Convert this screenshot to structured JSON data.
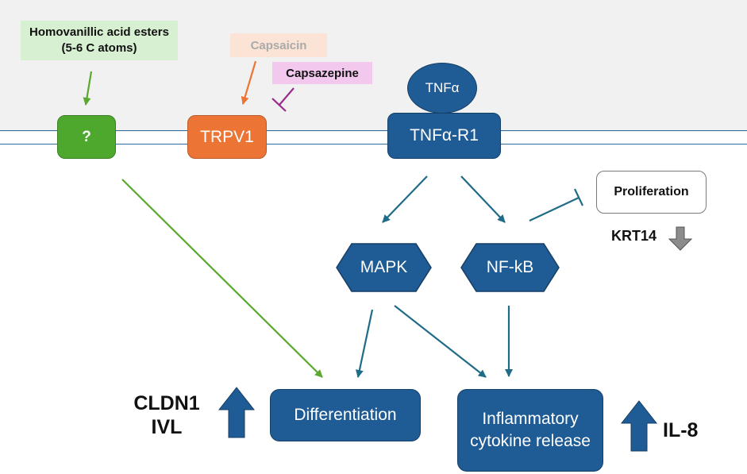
{
  "labels": {
    "homovanillic": "Homovanillic acid esters (5-6 C atoms)",
    "capsaicin": "Capsaicin",
    "capsazepine": "Capsazepine",
    "proliferation": "Proliferation",
    "krt14": "KRT14",
    "claudin": "CLDN1",
    "involucrin": "IVL",
    "il8": "IL-8"
  },
  "nodes": {
    "unknown_receptor": "?",
    "trpv1": "TRPV1",
    "tnfa": "TNFα",
    "tnfa_r1": "TNFα-R1",
    "mapk": "MAPK",
    "nfkb": "NF-kB",
    "differentiation": "Differentiation",
    "inflammatory": "Inflammatory cytokine release"
  },
  "colors": {
    "extracellular_bg": "#f1f1f1",
    "membrane": "#2e6a9e",
    "node_blue": "#1f5b94",
    "receptor_green": "#4ea82d",
    "receptor_orange": "#ec7434",
    "arrow_teal": "#1f6b88",
    "arrow_green": "#5aa82e",
    "arrow_orange": "#ec7434",
    "inhibit_purple": "#9a2a8c",
    "up_arrow": "#1f5b94",
    "down_arrow": "#8c8c8c"
  },
  "icons": {
    "up": "up-arrow-icon",
    "down": "down-arrow-icon"
  }
}
